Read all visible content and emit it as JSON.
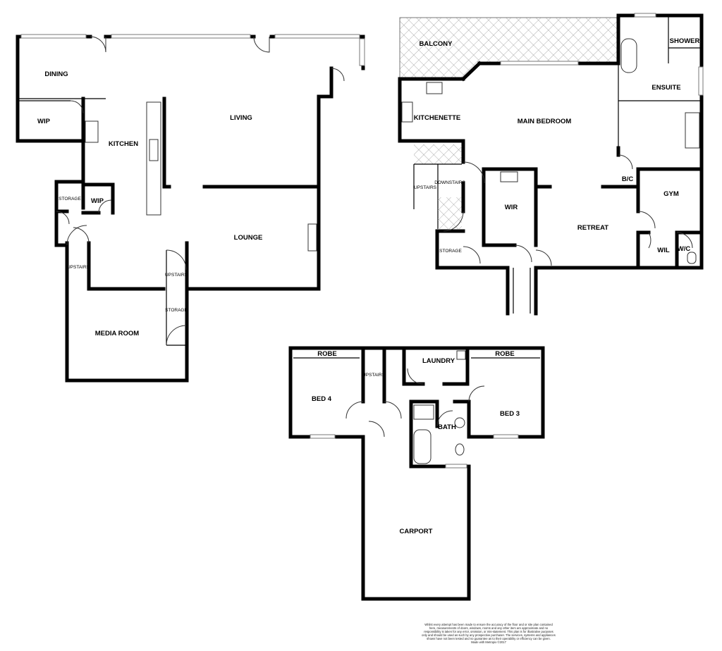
{
  "rooms": {
    "dining": "DINING",
    "wip": "WIP",
    "kitchen": "KITCHEN",
    "living": "LIVING",
    "storage_upper_left": "STORAGE",
    "wip_small": "WIP",
    "lounge": "LOUNGE",
    "upstairs_left": "UPSTAIRS",
    "upstairs_middle": "UPSTAIRS",
    "storage_middle": "STORAGE",
    "media_room": "MEDIA ROOM",
    "balcony": "BALCONY",
    "shower": "SHOWER",
    "ensuite": "ENSUITE",
    "kitchenette": "KITCHENETTE",
    "main_bedroom": "MAIN BEDROOM",
    "upstairs_right": "UPSTAIRS",
    "downstairs": "DOWNSTAIRS",
    "bc": "B/C",
    "gym": "GYM",
    "wir": "WIR",
    "retreat": "RETREAT",
    "storage_right": "STORAGE",
    "wil": "WIL",
    "wc": "W/C",
    "robe_left": "ROBE",
    "laundry": "LAUNDRY",
    "robe_right": "ROBE",
    "upstairs_lower": "UPSTAIRS",
    "bed4": "BED 4",
    "bed3": "BED 3",
    "bath": "BATH",
    "carport": "CARPORT"
  },
  "disclaimer": "Whilst every attempt has been made to ensure the accuracy of the floor and or site plan contained here, measurements of doors, windows, rooms and any other item are approximate and no responsibility is taken for any error, omission, or mis-statement. This plan is for illustrative purposes only and should be used as such by any prospective purchaser. The services, systems and appliances shown have not been tested and no guarantee as to their operability or efficiency can be given.",
  "credit": "Made with Metropix ©2017"
}
